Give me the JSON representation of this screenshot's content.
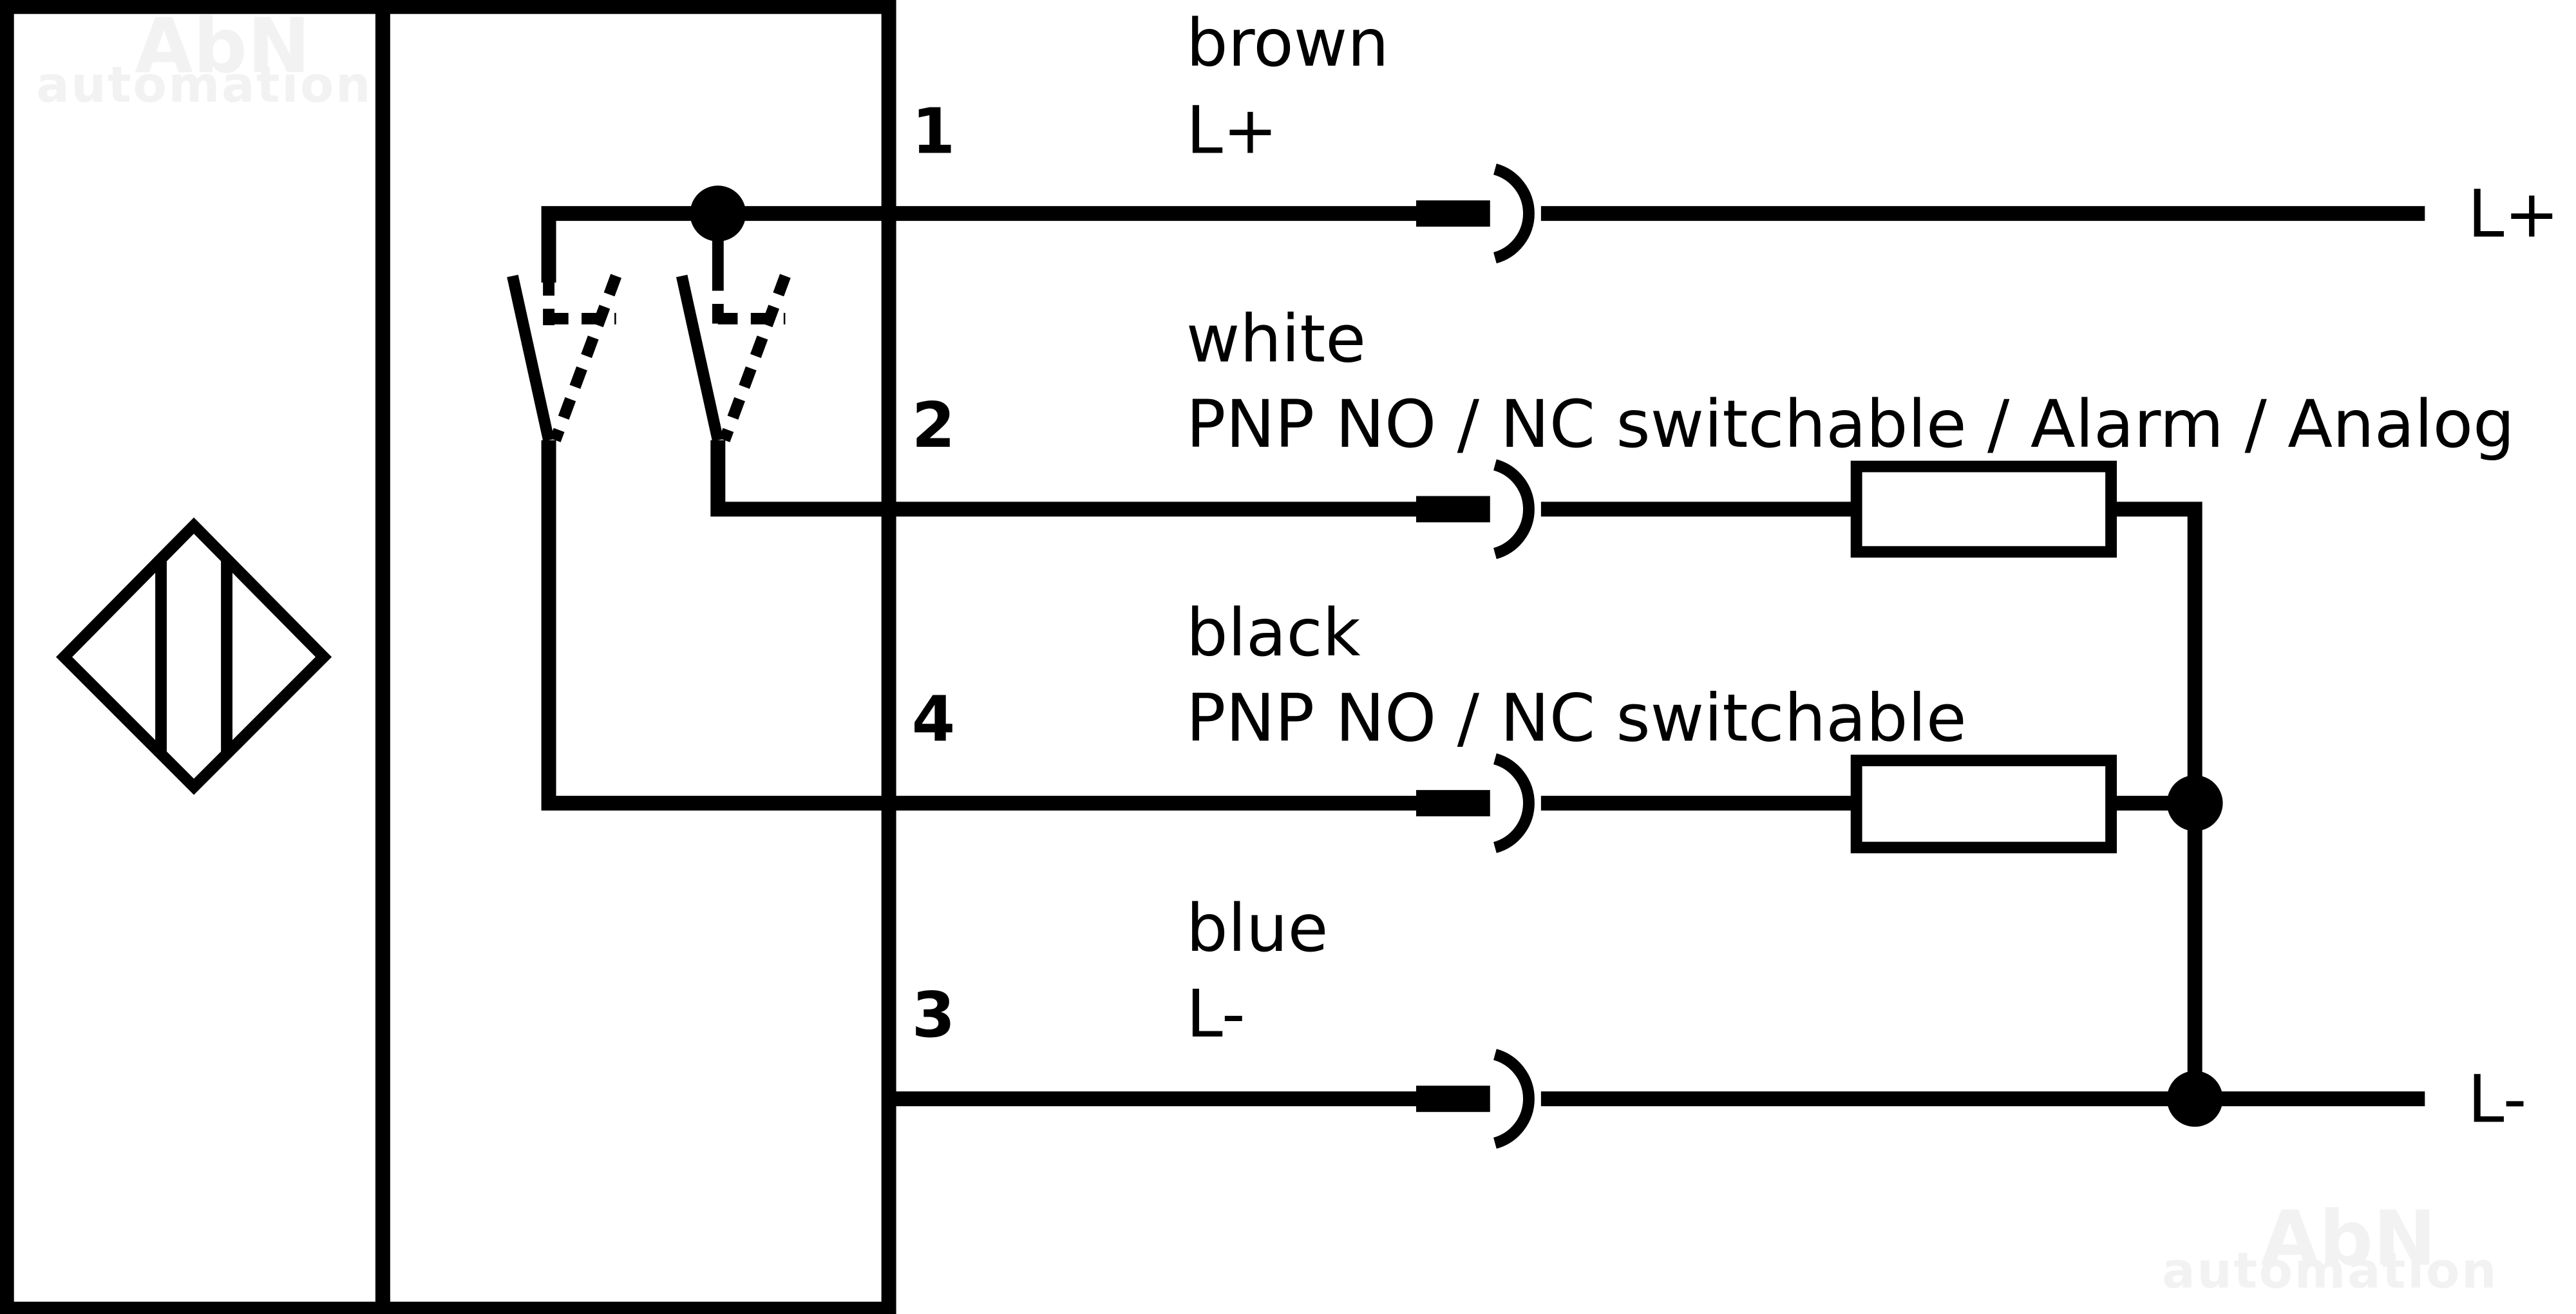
{
  "watermark": {
    "line1": "AbN",
    "line2": "automation"
  },
  "pins": [
    {
      "number": "1",
      "color": "brown",
      "function": "L+"
    },
    {
      "number": "2",
      "color": "white",
      "function": "PNP NO / NC switchable / Alarm / Analog"
    },
    {
      "number": "4",
      "color": "black",
      "function": "PNP NO / NC switchable"
    },
    {
      "number": "3",
      "color": "blue",
      "function": "L-"
    }
  ],
  "supply": {
    "positive": "L+",
    "negative": "L-"
  },
  "symbols": {
    "sensor": "capacitive-sensor-diamond-icon",
    "switches": "no-nc-switch-icon",
    "connector": "plug-socket-icon",
    "load": "resistor-load-icon",
    "junction": "junction-dot-icon"
  }
}
